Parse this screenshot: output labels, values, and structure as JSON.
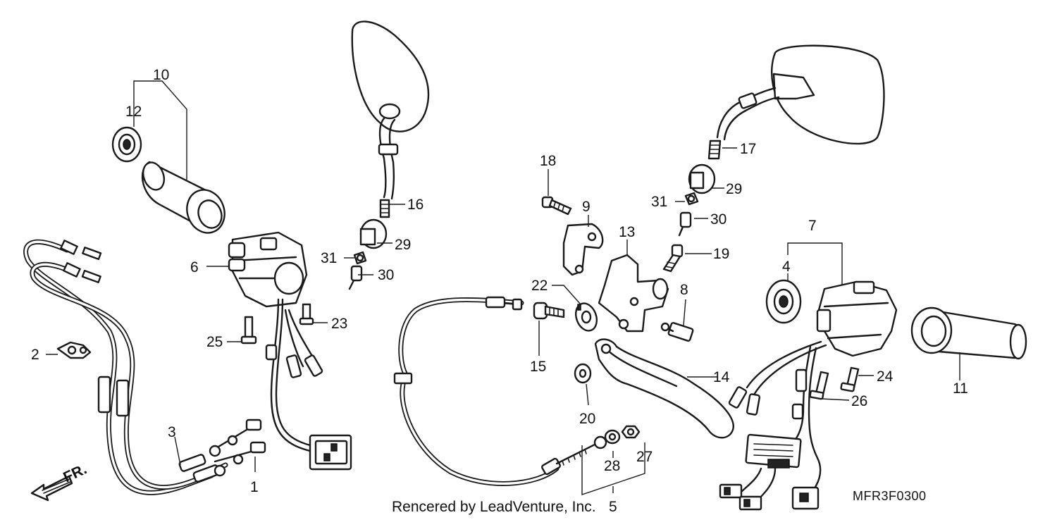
{
  "callouts": [
    {
      "id": "1",
      "label": "1"
    },
    {
      "id": "2",
      "label": "2"
    },
    {
      "id": "3",
      "label": "3"
    },
    {
      "id": "4",
      "label": "4"
    },
    {
      "id": "5",
      "label": "5"
    },
    {
      "id": "6",
      "label": "6"
    },
    {
      "id": "7",
      "label": "7"
    },
    {
      "id": "8",
      "label": "8"
    },
    {
      "id": "9",
      "label": "9"
    },
    {
      "id": "10",
      "label": "10"
    },
    {
      "id": "11",
      "label": "11"
    },
    {
      "id": "12",
      "label": "12"
    },
    {
      "id": "13",
      "label": "13"
    },
    {
      "id": "14",
      "label": "14"
    },
    {
      "id": "15",
      "label": "15"
    },
    {
      "id": "16",
      "label": "16"
    },
    {
      "id": "17",
      "label": "17"
    },
    {
      "id": "18",
      "label": "18"
    },
    {
      "id": "19",
      "label": "19"
    },
    {
      "id": "20",
      "label": "20"
    },
    {
      "id": "22",
      "label": "22"
    },
    {
      "id": "23",
      "label": "23"
    },
    {
      "id": "24",
      "label": "24"
    },
    {
      "id": "25",
      "label": "25"
    },
    {
      "id": "26",
      "label": "26"
    },
    {
      "id": "27",
      "label": "27"
    },
    {
      "id": "28",
      "label": "28"
    },
    {
      "id": "29a",
      "label": "29"
    },
    {
      "id": "29b",
      "label": "29"
    },
    {
      "id": "30a",
      "label": "30"
    },
    {
      "id": "30b",
      "label": "30"
    },
    {
      "id": "31a",
      "label": "31"
    },
    {
      "id": "31b",
      "label": "31"
    }
  ],
  "direction_label": "FR.",
  "credit": "Rencered by LeadVenture, Inc.",
  "diagram_code": "MFR3F0300"
}
